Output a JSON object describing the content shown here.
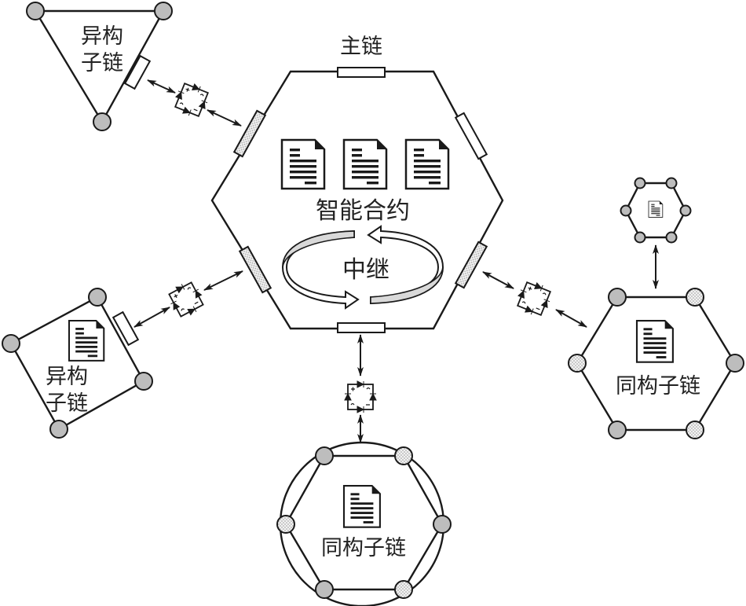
{
  "diagram": {
    "main_chain": {
      "label": "主链",
      "contract_label": "智能合约",
      "relay_label": "中继",
      "contract_icon": "document-icon",
      "contract_count": 3
    },
    "subchains": [
      {
        "id": "hetero-triangle",
        "label_line1": "异构",
        "label_line2": "子链",
        "type": "heterogeneous",
        "shape": "triangle"
      },
      {
        "id": "hetero-square",
        "label_line1": "异构",
        "label_line2": "子链",
        "type": "heterogeneous",
        "shape": "square",
        "icon": "document-icon"
      },
      {
        "id": "homo-hexagon-right",
        "label": "同构子链",
        "type": "homogeneous",
        "shape": "hexagon",
        "icon": "document-icon"
      },
      {
        "id": "homo-hexagon-bottom",
        "label": "同构子链",
        "type": "homogeneous",
        "shape": "hexagon-in-circle",
        "icon": "document-icon"
      },
      {
        "id": "small-hexagon",
        "type": "homogeneous",
        "shape": "hexagon",
        "icon": "document-icon"
      }
    ],
    "colors": {
      "stroke": "#1a1a1a",
      "node_fill": "#bdbdbd",
      "relay_band": "#d9d9d9",
      "background": "#ffffff"
    }
  }
}
